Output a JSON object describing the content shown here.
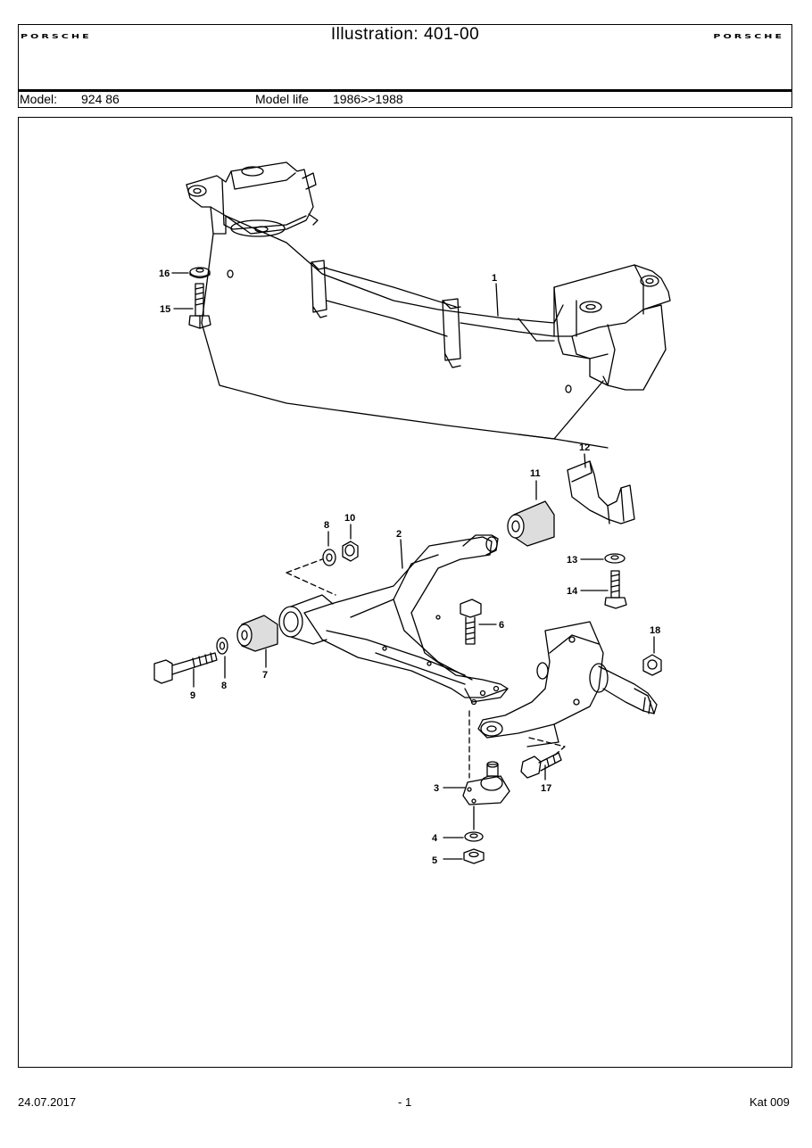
{
  "header": {
    "brand_left": "PORSCHE",
    "brand_right": "PORSCHE",
    "illustration_title": "Illustration: 401-00",
    "model_label": "Model:",
    "model_value": "924 86",
    "model_life_label": "Model life",
    "model_life_value": "1986>>1988"
  },
  "callouts": {
    "c1": "1",
    "c2": "2",
    "c3": "3",
    "c4": "4",
    "c5": "5",
    "c6": "6",
    "c7": "7",
    "c8a": "8",
    "c8b": "8",
    "c9": "9",
    "c10": "10",
    "c11": "11",
    "c12": "12",
    "c13": "13",
    "c14": "14",
    "c15": "15",
    "c16": "16",
    "c17": "17",
    "c18": "18"
  },
  "footer": {
    "date": "24.07.2017",
    "page": "- 1",
    "catalog": "Kat 009"
  }
}
